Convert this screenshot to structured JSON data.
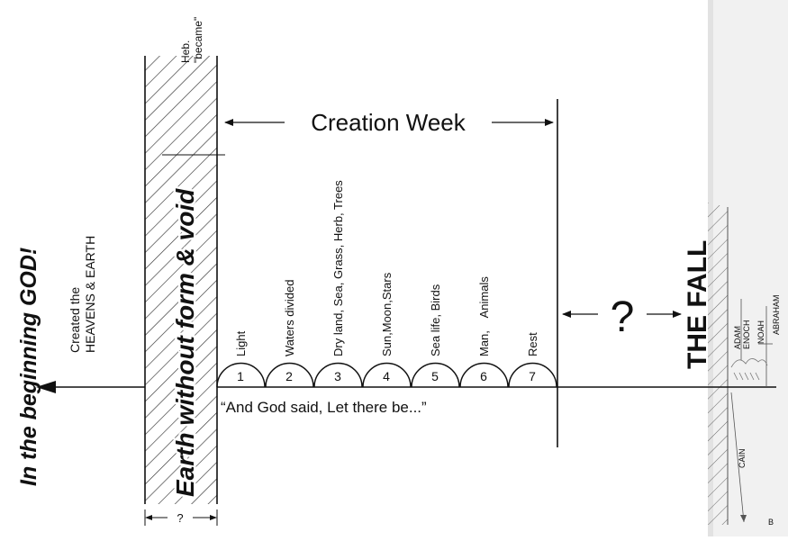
{
  "heading_left": "In the beginning GOD!",
  "created_line1": "Created the",
  "created_line2": "HEAVENS & EARTH",
  "heb_line1": "Heb.",
  "heb_line2": "\"became\"",
  "gap_text": "Earth without form & void",
  "gap_marker": "?",
  "creation_week": "Creation Week",
  "days": [
    {
      "num": "1",
      "label": "Light"
    },
    {
      "num": "2",
      "label": "Waters divided"
    },
    {
      "num": "3",
      "label": "Dry land, Sea, Grass, Herb, Trees"
    },
    {
      "num": "4",
      "label": "Sun,Moon,Stars"
    },
    {
      "num": "5",
      "label": "Sea life, Birds"
    },
    {
      "num": "6",
      "label": "Man,    Animals"
    },
    {
      "num": "7",
      "label": "Rest"
    }
  ],
  "quote": "“And God said, Let there be...”",
  "interval_marker": "?",
  "fall": "THE FALL",
  "names": [
    "ADAM",
    "ENOCH",
    "NOAH",
    "ABRAHAM"
  ],
  "cain": "CAIN",
  "corner_letter": "B"
}
